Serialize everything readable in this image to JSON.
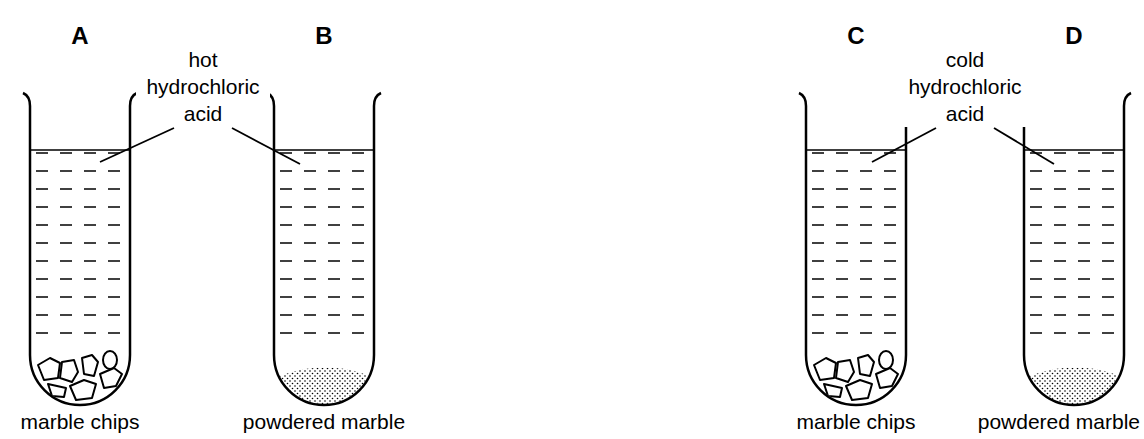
{
  "diagram": {
    "labels": [
      "A",
      "B",
      "hot hydrochloric acid",
      "C",
      "D",
      "cold hydrochloric acid",
      "marble chips",
      "powdered marble",
      "marble chips",
      "powdered marble"
    ]
  }
}
